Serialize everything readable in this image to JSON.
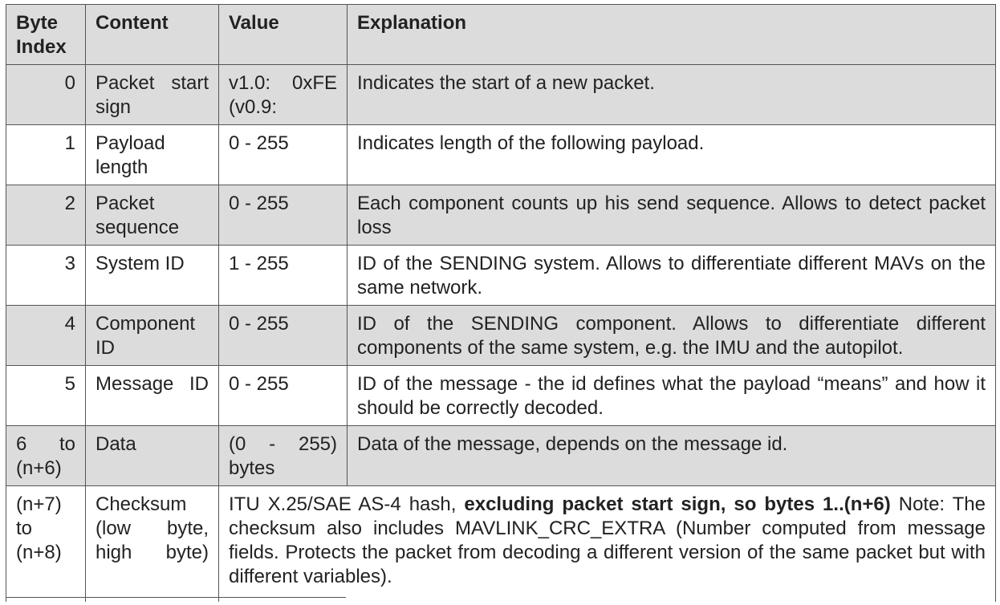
{
  "headers": {
    "byte_index": "Byte Index",
    "content": "Content",
    "value": "Value",
    "explanation": "Explanation"
  },
  "rows": [
    {
      "index": "0",
      "content": "Packet start sign",
      "value": "v1.0: 0xFE (v0.9:",
      "explanation": "Indicates the start of a new packet."
    },
    {
      "index": "1",
      "content": "Payload length",
      "value": "0 - 255",
      "explanation": "Indicates length of the following payload."
    },
    {
      "index": "2",
      "content": "Packet sequence",
      "value": "0 - 255",
      "explanation": "Each component counts up his send sequence. Allows to detect packet loss"
    },
    {
      "index": "3",
      "content": "System ID",
      "value": "1 - 255",
      "explanation": "ID of the SENDING system. Allows to differentiate different MAVs on the same network."
    },
    {
      "index": "4",
      "content": "Component ID",
      "value": "0 - 255",
      "explanation": "ID of the SENDING component. Allows to differentiate different components of the same system, e.g. the IMU and the autopilot."
    },
    {
      "index": "5",
      "content": "Message ID",
      "value": "0 - 255",
      "explanation": "ID of the message - the id defines what the payload “means” and how it should be correctly decoded."
    },
    {
      "index": "6 to (n+6)",
      "content": "Data",
      "value": "(0 - 255) bytes",
      "explanation": "Data of the message, depends on the message id."
    },
    {
      "index": "(n+7) to (n+8)",
      "content": "Checksum (low byte, high byte)",
      "explanation_prefix": "ITU X.25/SAE AS-4 hash,",
      "explanation_bold": "excluding packet start sign, so bytes 1..(n+6)",
      "explanation_rest": "Note: The checksum also includes MAVLINK_CRC_EXTRA (Number computed from message fields. Protects the packet from decoding a different version of the same packet but with different variables)."
    }
  ]
}
